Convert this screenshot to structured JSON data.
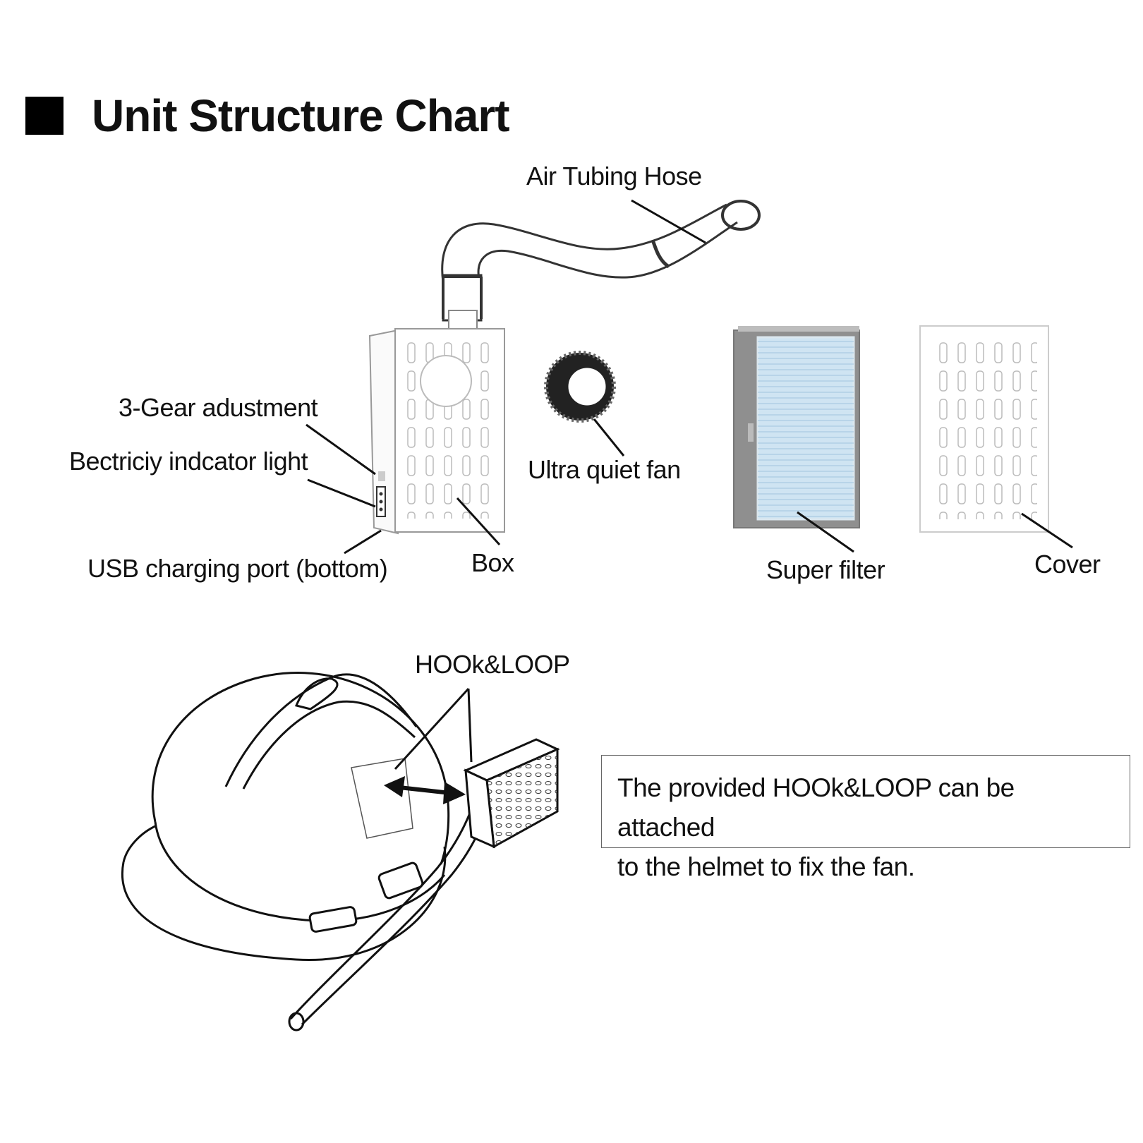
{
  "header": {
    "title": "Unit Structure Chart"
  },
  "labels": {
    "air_tubing_hose": "Air Tubing Hose",
    "gear_adjustment": "3-Gear adustment",
    "indicator_light": "Bectriciy indcator light",
    "usb_port": "USB charging port (bottom)",
    "box": "Box",
    "fan": "Ultra quiet fan",
    "super_filter": "Super filter",
    "cover": "Cover",
    "hook_loop": "HOOk&LOOP"
  },
  "note": {
    "line1": "The provided HOOk&LOOP can be attached",
    "line2": "to the helmet to fix the fan."
  },
  "colors": {
    "ink": "#111111",
    "filter_blue": "#cfe4f2",
    "frame_grey": "#9a9a9a"
  }
}
